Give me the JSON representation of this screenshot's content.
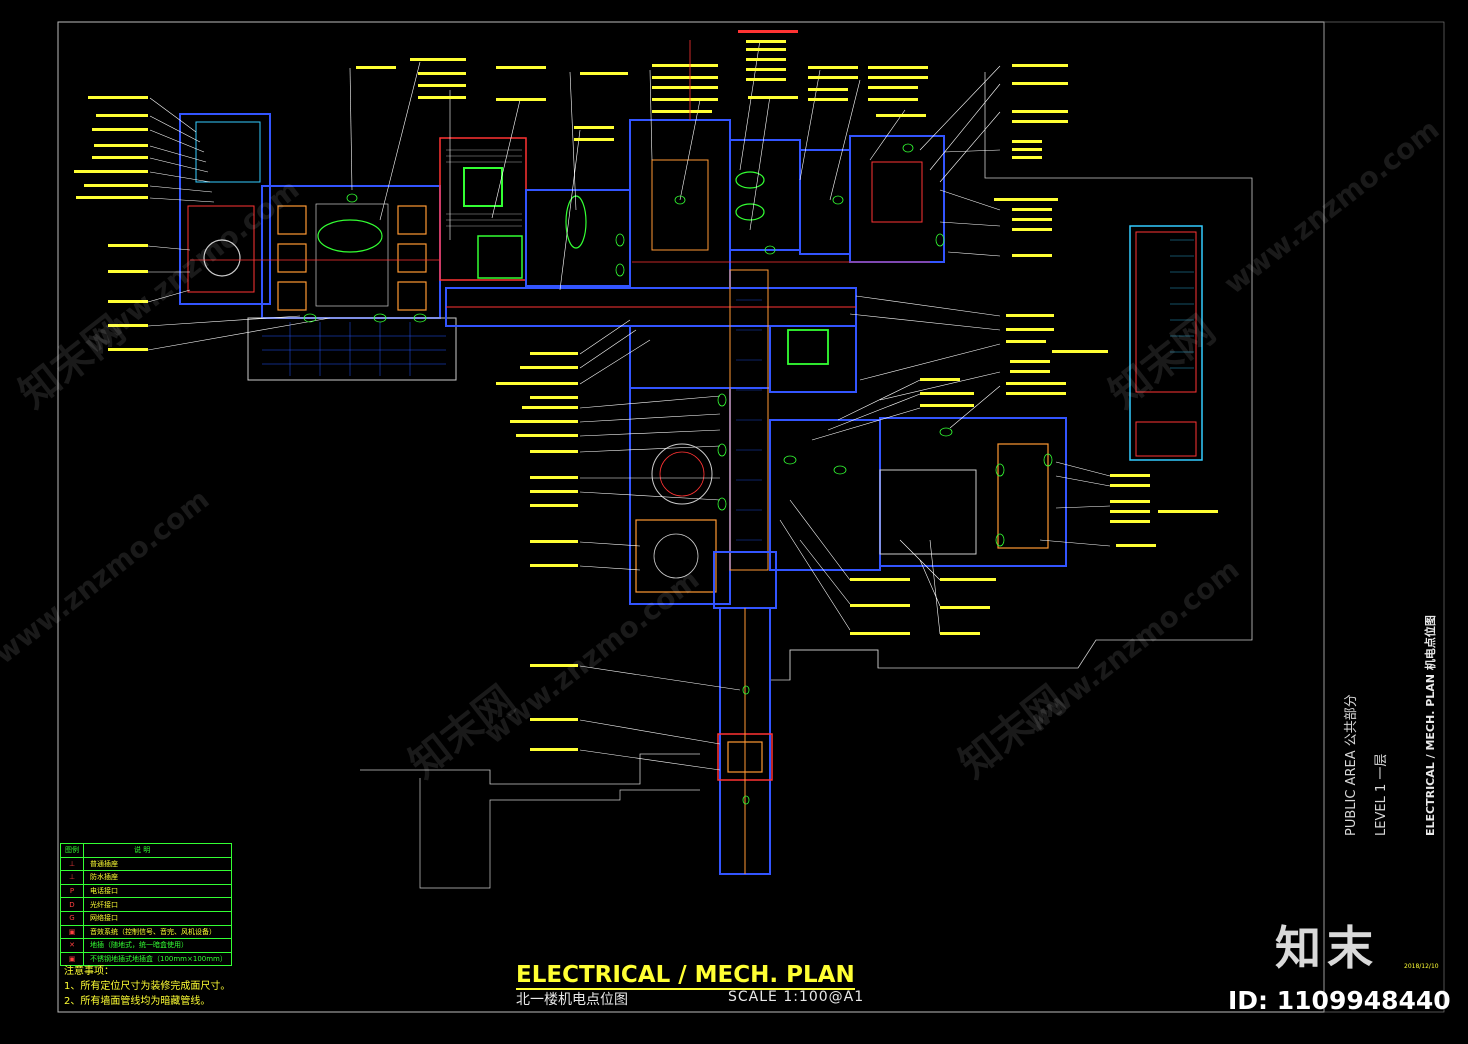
{
  "drawing": {
    "title": "ELECTRICAL / MECH. PLAN",
    "subtitle": "北一楼机电点位图",
    "scale": "SCALE  1:100@A1"
  },
  "title_block": {
    "area": "PUBLIC AREA   公共部分",
    "level": "LEVEL 1   一层",
    "sheet": "ELECTRICAL / MECH. PLAN  机电点位图",
    "date_stamp": "2018/12/10"
  },
  "legend": {
    "header_symbol": "图例",
    "header_desc": "说   明",
    "items": [
      {
        "symbol": "⊥",
        "label": "普通插座"
      },
      {
        "symbol": "⊥",
        "label": "防水插座"
      },
      {
        "symbol": "P",
        "label": "电话接口"
      },
      {
        "symbol": "D",
        "label": "光纤接口"
      },
      {
        "symbol": "G",
        "label": "网络接口"
      },
      {
        "symbol": "▣",
        "label": "音效系统（控制信号、音完、风机设备）"
      },
      {
        "symbol": "✕",
        "label": "地插（随地式，统一暗盒使用）"
      },
      {
        "symbol": "▣",
        "label": "不锈钢地插式地插盒（100mm×100mm）"
      }
    ]
  },
  "notes": {
    "heading": "注意事项：",
    "lines": [
      "1、所有定位尺寸为装修完成面尺寸。",
      "2、所有墙面管线均为暗藏管线。"
    ]
  },
  "watermark": {
    "logo": "知末",
    "id": "ID: 1109948440",
    "site": "www.znzmo.com",
    "brand": "知末网"
  },
  "colors": {
    "background": "#000000",
    "wall": "#3355ff",
    "annotation": "#ffff33",
    "leader": "#ffffff",
    "grid": "#33ccff",
    "accent": "#ff3333",
    "frame": "#cccccc"
  }
}
